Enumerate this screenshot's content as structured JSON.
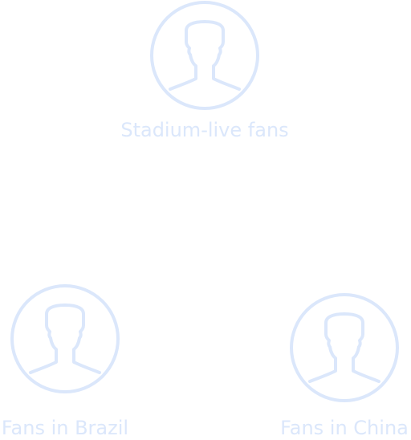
{
  "colors": {
    "avatar_stroke": "#dbe7fb",
    "label_text": "#dbe7fb",
    "background": "#ffffff"
  },
  "nodes": {
    "stadium": {
      "label": "Stadium-live fans",
      "icon": "user-avatar-icon"
    },
    "brazil": {
      "label": "Fans in Brazil",
      "icon": "user-avatar-icon"
    },
    "china": {
      "label": "Fans in China",
      "icon": "user-avatar-icon"
    }
  }
}
